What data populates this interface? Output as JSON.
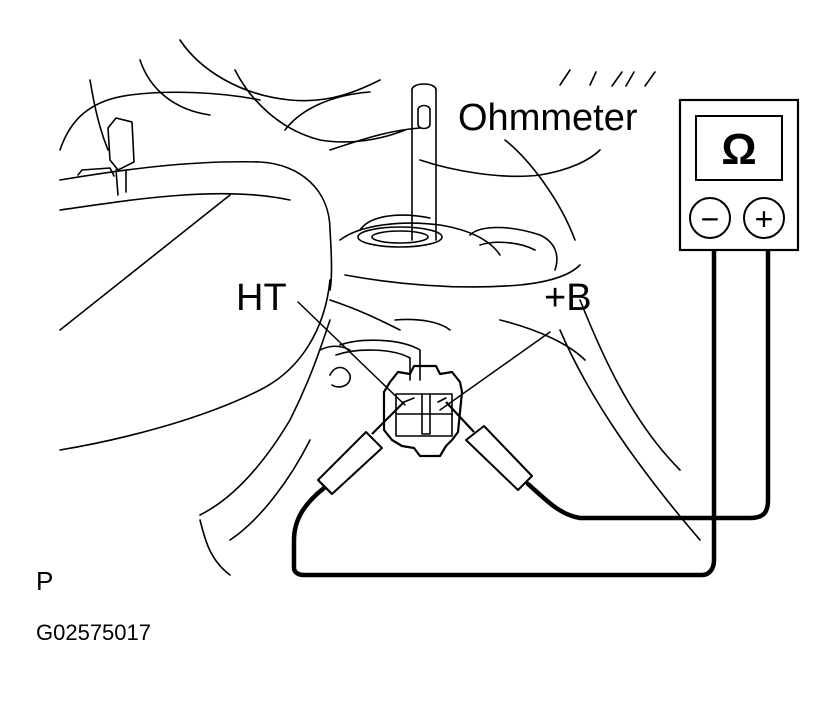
{
  "labels": {
    "meter": "Ohmmeter",
    "ht": "HT",
    "b_plus": "+B",
    "view_letter": "P",
    "figure_id": "G02575017"
  },
  "meter_display": {
    "symbol": "Ω",
    "minus": "−",
    "plus": "+"
  },
  "colors": {
    "line": "#000000",
    "background": "#ffffff"
  }
}
